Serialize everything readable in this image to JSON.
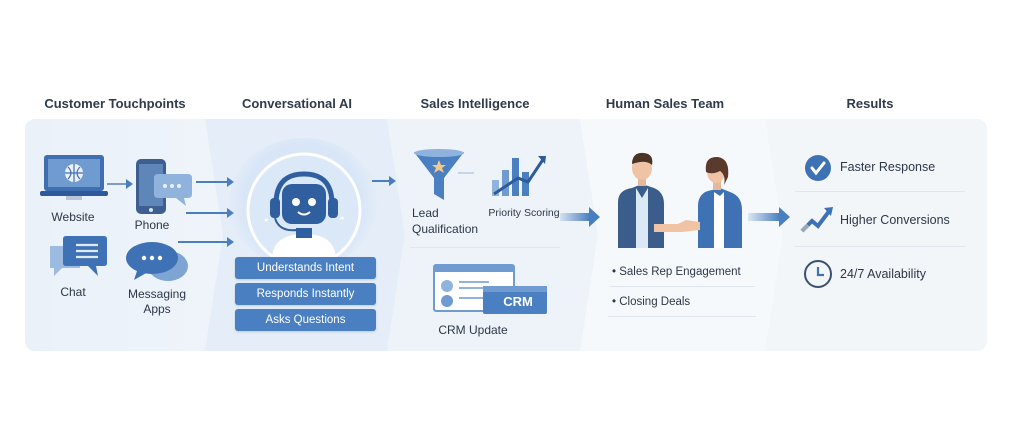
{
  "columns": [
    {
      "title": "Customer Touchpoints"
    },
    {
      "title": "Conversational AI"
    },
    {
      "title": "Sales Intelligence"
    },
    {
      "title": "Human Sales Team"
    },
    {
      "title": "Results"
    }
  ],
  "touchpoints": {
    "website": "Website",
    "phone": "Phone",
    "chat": "Chat",
    "messaging": "Messaging Apps"
  },
  "ai": {
    "capabilities": [
      "Understands Intent",
      "Responds Instantly",
      "Asks Questions"
    ]
  },
  "intelligence": {
    "lead": "Lead Qualification",
    "priority": "Priority Scoring",
    "crm_badge": "CRM",
    "crm_update": "CRM Update"
  },
  "human": {
    "items": [
      "Sales Rep Engagement",
      "Closing Deals"
    ]
  },
  "results": {
    "items": [
      "Faster Response",
      "Higher Conversions",
      "24/7 Availability"
    ]
  },
  "colors": {
    "accent": "#4a7fc1",
    "dark_blue": "#2d5a9a",
    "light_blue": "#8fb3dd",
    "text": "#2f3a4a"
  }
}
